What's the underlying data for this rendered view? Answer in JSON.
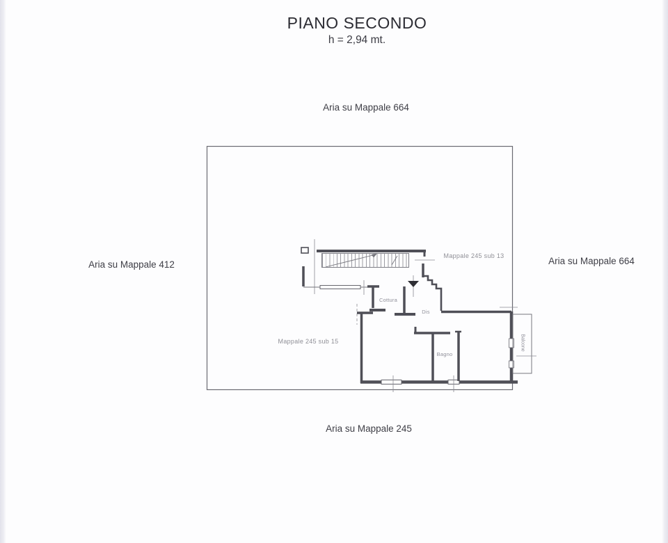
{
  "title": {
    "text": "PIANO SECONDO",
    "subtitle": "h = 2,94 mt."
  },
  "surround_labels": {
    "top": "Aria su Mappale 664",
    "left": "Aria su Mappale 412",
    "right": "Aria su Mappale 664",
    "bottom": "Aria su Mappale 245"
  },
  "parcel_labels": {
    "sub13": "Mappale 245 sub 13",
    "sub15": "Mappale 245 sub 15"
  },
  "room_labels": {
    "cottura": "Cottura",
    "dis": "Dis",
    "bagno": "Bagno",
    "balcone": "Balcone"
  },
  "colors": {
    "wall": "#4f4f57",
    "thin_line": "#73737a",
    "centerline": "#8a8a92",
    "text_dark": "#3b3b43",
    "text_faded": "#90909a",
    "page_background": "#fdfdfe",
    "edge_stripe": "#e2e2ea"
  }
}
